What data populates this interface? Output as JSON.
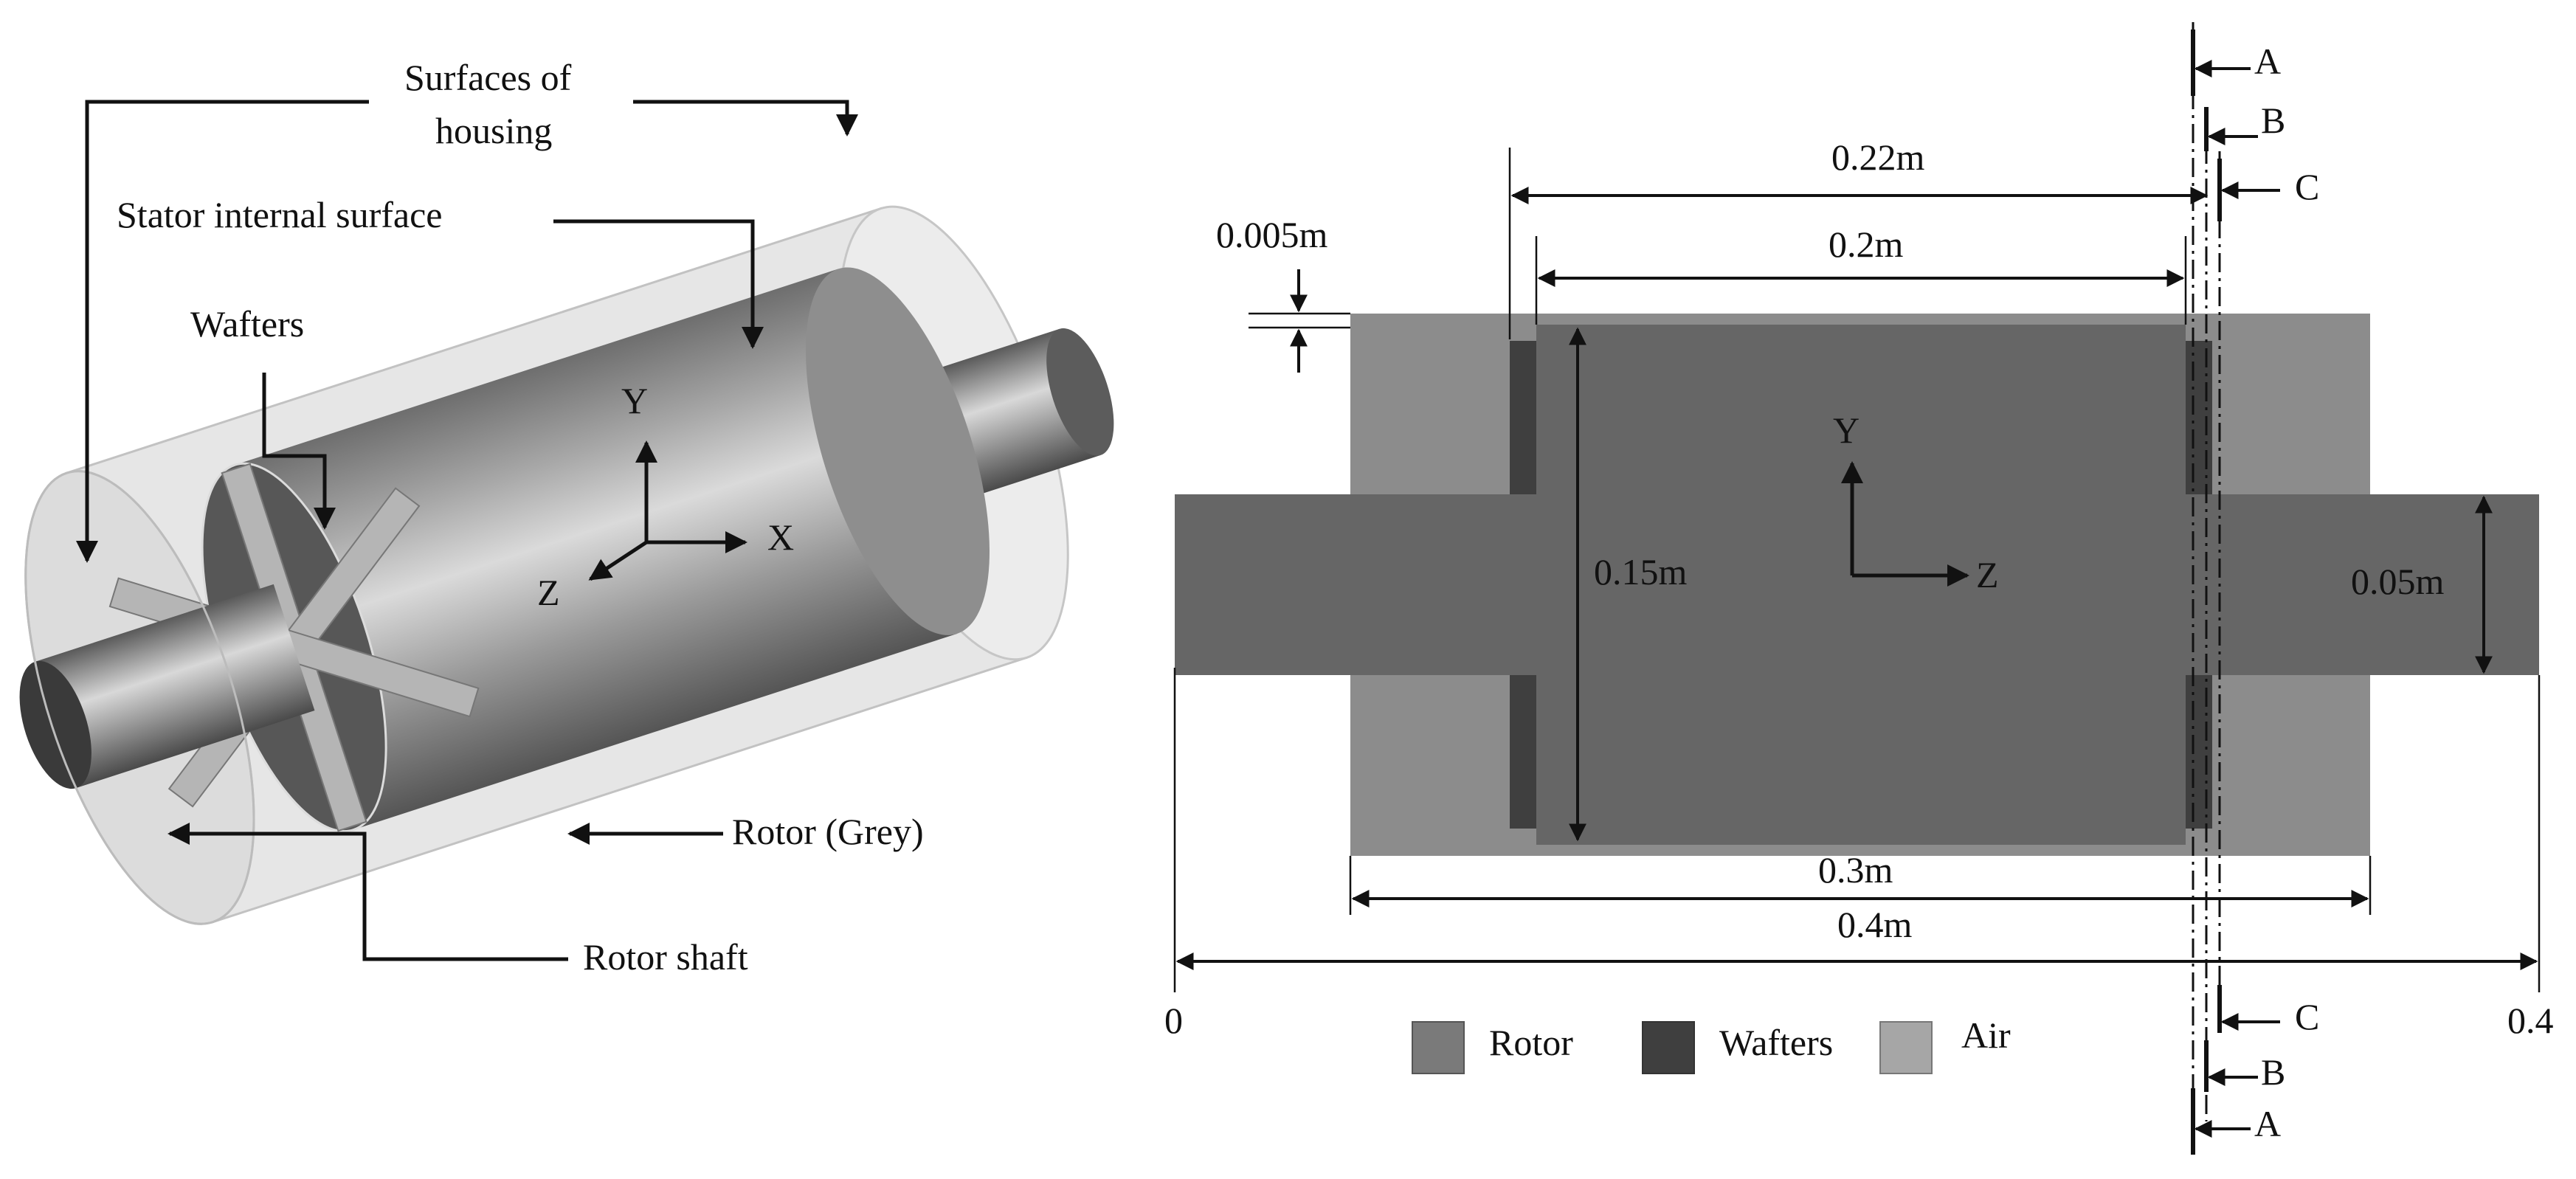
{
  "left_view": {
    "labels": {
      "surfaces_of_housing_line1": "Surfaces of",
      "surfaces_of_housing_line2": "housing",
      "stator_internal_surface": "Stator internal surface",
      "wafters": "Wafters",
      "rotor_grey": "Rotor (Grey)",
      "rotor_shaft": "Rotor shaft"
    },
    "axes": {
      "x": "X",
      "y": "Y",
      "z": "Z"
    }
  },
  "right_view": {
    "dimensions": {
      "gap": "0.005m",
      "wafter_span": "0.22m",
      "rotor_length": "0.2m",
      "rotor_diameter": "0.15m",
      "shaft_diameter": "0.05m",
      "housing_length": "0.3m",
      "total_length": "0.4m"
    },
    "axis_ticks": {
      "start": "0",
      "end": "0.4"
    },
    "axes": {
      "y": "Y",
      "z": "Z"
    },
    "sections": {
      "a": "A",
      "b": "B",
      "c": "C"
    },
    "legend": [
      {
        "label": "Rotor",
        "color": "#7a7a7a"
      },
      {
        "label": "Wafters",
        "color": "#3f3f3f"
      },
      {
        "label": "Air",
        "color": "#a6a6a6"
      }
    ]
  },
  "colors": {
    "air": "#8c8c8c",
    "rotor": "#666666",
    "wafter": "#3f3f3f"
  }
}
